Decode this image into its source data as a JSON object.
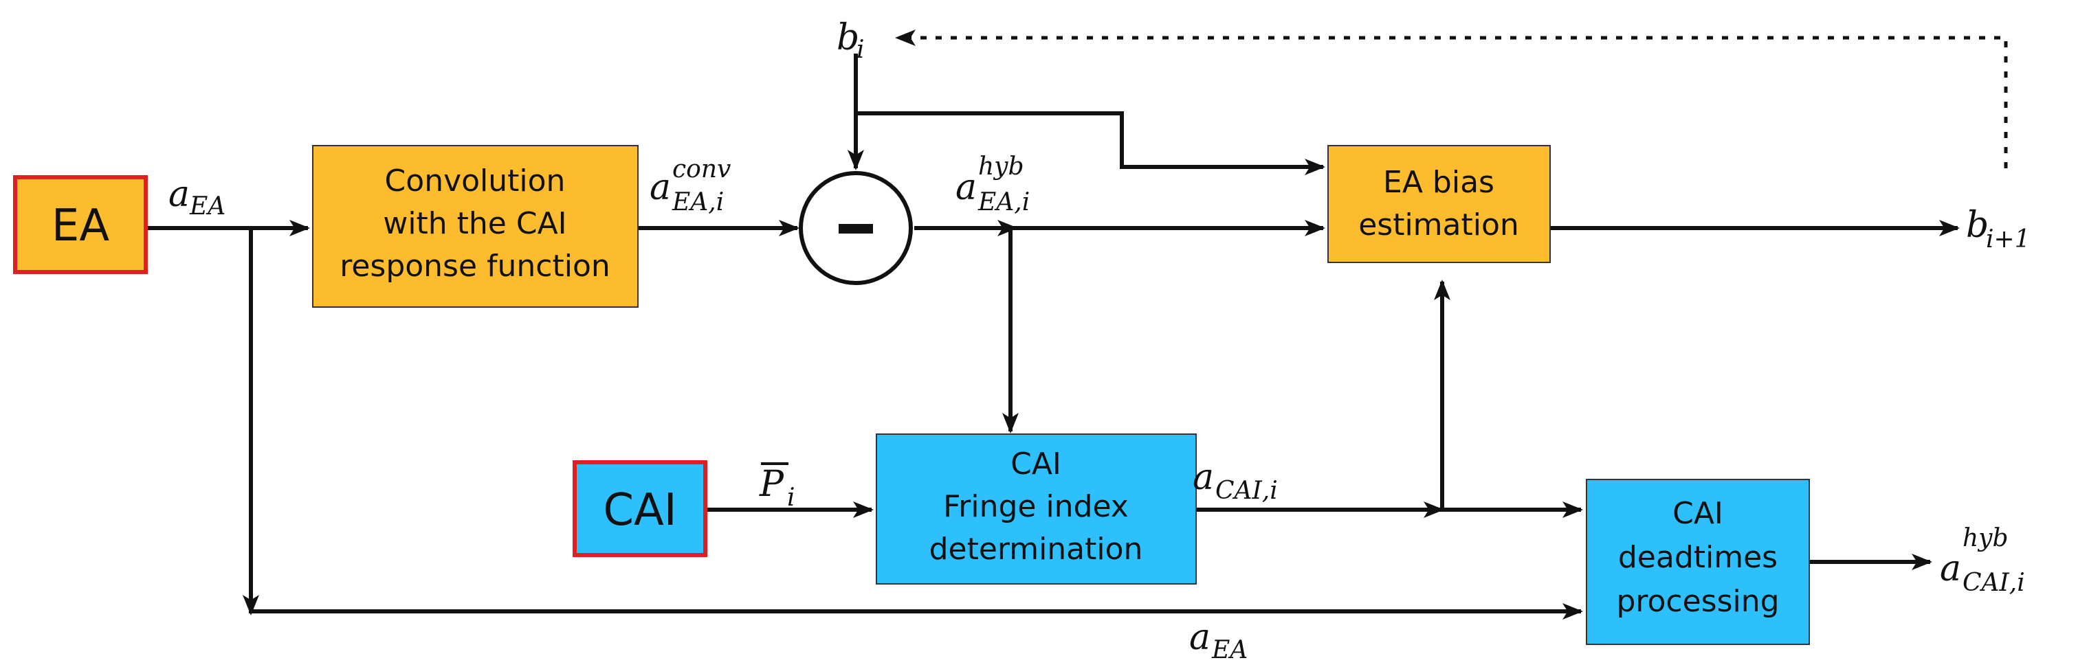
{
  "colors": {
    "ea_fill": "#FDBB2E",
    "cai_fill": "#2EC0FD",
    "source_border": "#E02020",
    "box_border": "#333333",
    "line": "#111111"
  },
  "sources": {
    "ea": {
      "label": "EA"
    },
    "cai": {
      "label": "CAI"
    }
  },
  "blocks": {
    "convolution": {
      "lines": [
        "Convolution",
        "with the CAI",
        "response function"
      ]
    },
    "ea_bias": {
      "lines": [
        "EA bias",
        "estimation"
      ]
    },
    "fringe": {
      "lines": [
        "CAI",
        "Fringe index",
        "determination"
      ]
    },
    "deadtimes": {
      "lines": [
        "CAI",
        "deadtimes",
        "processing"
      ]
    }
  },
  "operator": {
    "symbol": "−"
  },
  "signals": {
    "a_ea_top": {
      "base": "a",
      "sub": "EA"
    },
    "a_ea_conv": {
      "base": "a",
      "sub": "EA,i",
      "sup": "conv"
    },
    "a_ea_hyb": {
      "base": "a",
      "sub": "EA,i",
      "sup": "hyb"
    },
    "b_i": {
      "base": "b",
      "sub": "i"
    },
    "b_next": {
      "base": "b",
      "sub": "i+1"
    },
    "p_bar": {
      "base": "P",
      "sub": "i"
    },
    "a_cai": {
      "base": "a",
      "sub": "CAI,i"
    },
    "a_cai_hyb": {
      "base": "a",
      "sub": "CAI,i",
      "sup": "hyb"
    },
    "a_ea_bottom": {
      "base": "a",
      "sub": "EA"
    }
  }
}
